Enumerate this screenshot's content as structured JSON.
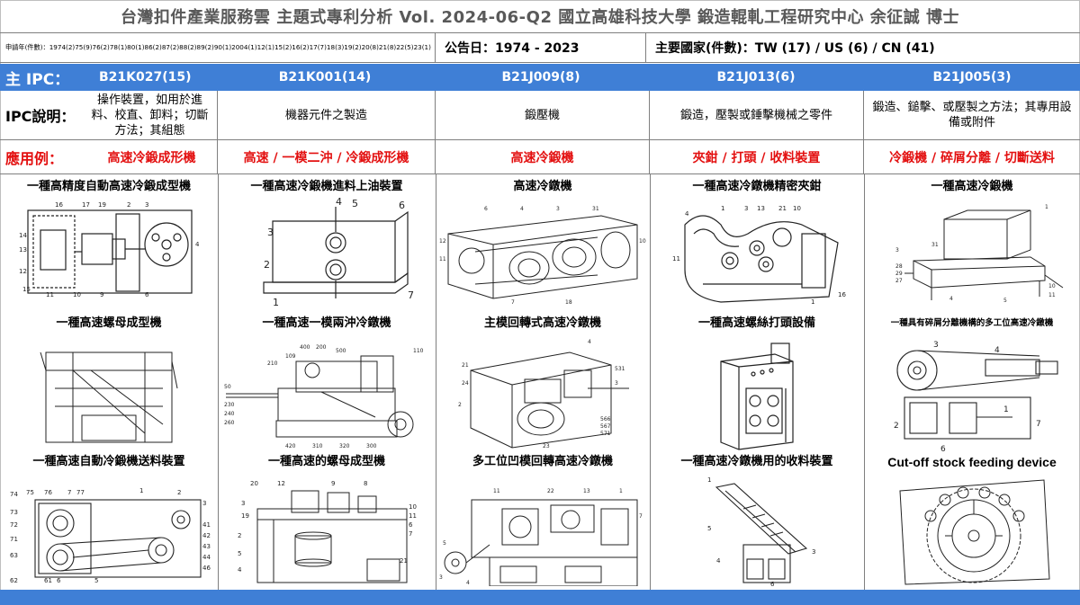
{
  "title": "台灣扣件產業服務雲  主題式專利分析  Vol. 2024-06-Q2  國立高雄科技大學  鍛造輥軋工程研究中心   余征誠 博士",
  "meta": {
    "applications": "申請年(件數)：1974(2)75(9)76(2)78(1)80(1)86(2)87(2)88(2)89(2)90(1)2004(1)12(1)15(2)16(2)17(7)18(3)19(2)20(8)21(8)22(5)23(1)",
    "publication_label": "公告日：1974 - 2023",
    "countries_label": "主要國家(件數)：TW (17) / US (6) / CN (41)"
  },
  "ipc": {
    "lead": "主 IPC：",
    "codes": [
      "B21K027(15)",
      "B21K001(14)",
      "B21J009(8)",
      "B21J013(6)",
      "B21J005(3)"
    ]
  },
  "ipc_desc": {
    "lead": "IPC說明：",
    "items": [
      "操作裝置，如用於進料、校直、卸料；切斷方法；其組態",
      "機器元件之製造",
      "鍛壓機",
      "鍛造，壓製或錘擊機械之零件",
      "鍛造、鎚擊、或壓製之方法；其專用設備或附件"
    ]
  },
  "applications": {
    "lead": "應用例：",
    "items": [
      "高速冷鍛成形機",
      "高速 / 一模二沖 / 冷鍛成形機",
      "高速冷鍛機",
      "夾鉗 / 打頭 / 收料裝置",
      "冷鍛機 / 碎屑分離 / 切斷送料"
    ]
  },
  "patents": [
    [
      "一種高精度自動高速冷鍛成型機",
      "一種高速螺母成型機",
      "一種高速自動冷鍛機送料裝置"
    ],
    [
      "一種高速冷鍛機進料上油裝置",
      "一種高速一模兩沖冷鐓機",
      "一種高速的螺母成型機"
    ],
    [
      "高速冷鐓機",
      "主模回轉式高速冷鐓機",
      "多工位凹模回轉高速冷鐓機"
    ],
    [
      "一種高速冷鐓機精密夾鉗",
      "一種高速螺絲打頭設備",
      "一種高速冷鐓機用的收料裝置"
    ],
    [
      "一種高速冷鍛機",
      "一種具有碎屑分離機構的多工位高速冷鐓機",
      "Cut-off stock feeding device"
    ]
  ]
}
